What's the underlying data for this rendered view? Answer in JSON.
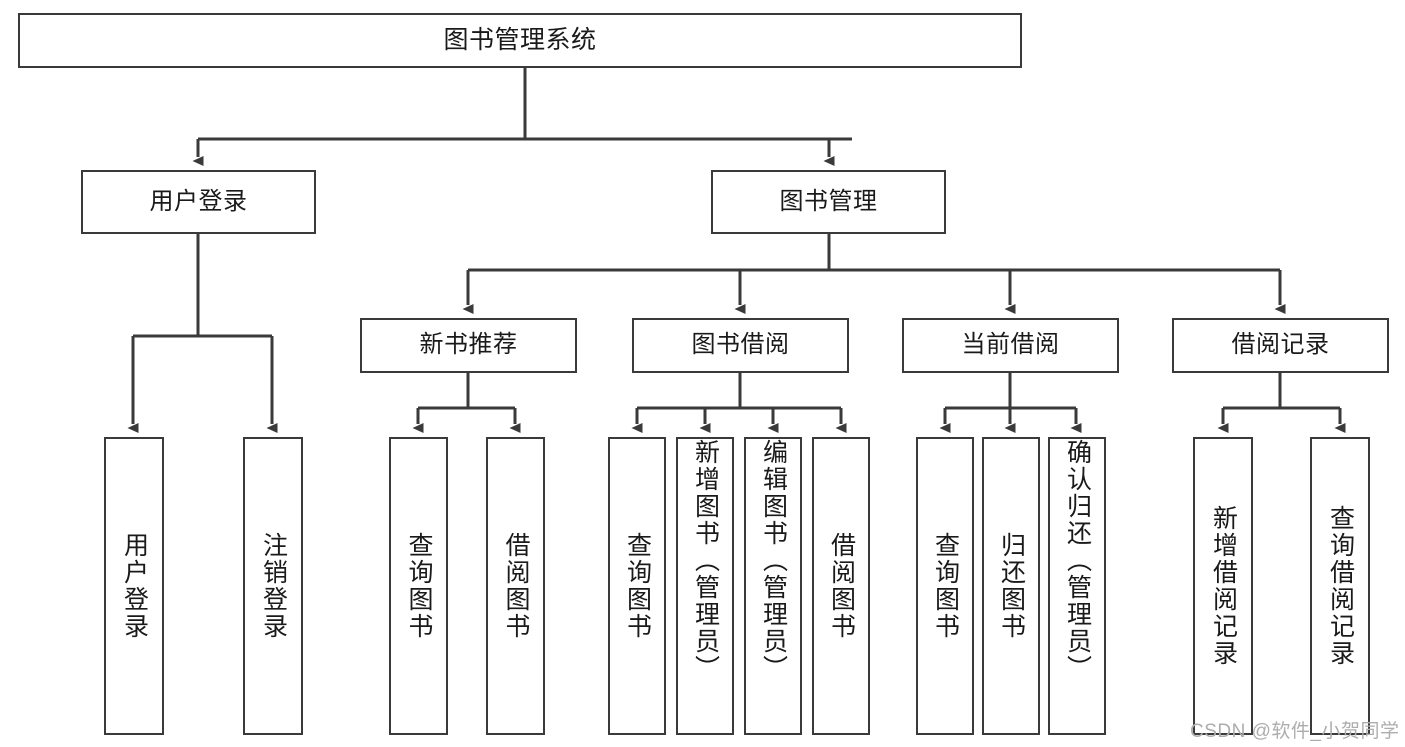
{
  "diagram": {
    "title": "图书管理系统",
    "type": "hierarchy-tree",
    "root": {
      "id": "root",
      "label": "图书管理系统"
    },
    "branches": [
      {
        "id": "user-login",
        "label": "用户登录"
      },
      {
        "id": "book-management",
        "label": "图书管理"
      }
    ],
    "sub_branches": [
      {
        "id": "new-book-recommend",
        "label": "新书推荐"
      },
      {
        "id": "book-borrow",
        "label": "图书借阅"
      },
      {
        "id": "current-borrow",
        "label": "当前借阅"
      },
      {
        "id": "borrow-record",
        "label": "借阅记录"
      }
    ],
    "leaves": {
      "user_login": [
        {
          "id": "leaf-user-login",
          "label": "用户登录"
        },
        {
          "id": "leaf-logout-login",
          "label": "注销登录"
        }
      ],
      "new_book_recommend": [
        {
          "id": "leaf-query-book-1",
          "label": "查询图书"
        },
        {
          "id": "leaf-borrow-book-1",
          "label": "借阅图书"
        }
      ],
      "book_borrow": [
        {
          "id": "leaf-query-book-2",
          "label": "查询图书"
        },
        {
          "id": "leaf-add-book",
          "label": "新增图书（管理员）"
        },
        {
          "id": "leaf-edit-book",
          "label": "编辑图书（管理员）"
        },
        {
          "id": "leaf-borrow-book-2",
          "label": "借阅图书"
        }
      ],
      "current_borrow": [
        {
          "id": "leaf-query-book-3",
          "label": "查询图书"
        },
        {
          "id": "leaf-return-book",
          "label": "归还图书"
        },
        {
          "id": "leaf-confirm-return",
          "label": "确认归还（管理员）"
        }
      ],
      "borrow_record": [
        {
          "id": "leaf-add-record",
          "label": "新增借阅记录"
        },
        {
          "id": "leaf-query-record",
          "label": "查询借阅记录"
        }
      ]
    }
  },
  "watermark": {
    "text": "CSDN @软件_小贺同学"
  },
  "colors": {
    "stroke": "#3a3a3a",
    "background": "#ffffff",
    "text": "#1a1a1a",
    "watermark": "#adadad"
  }
}
